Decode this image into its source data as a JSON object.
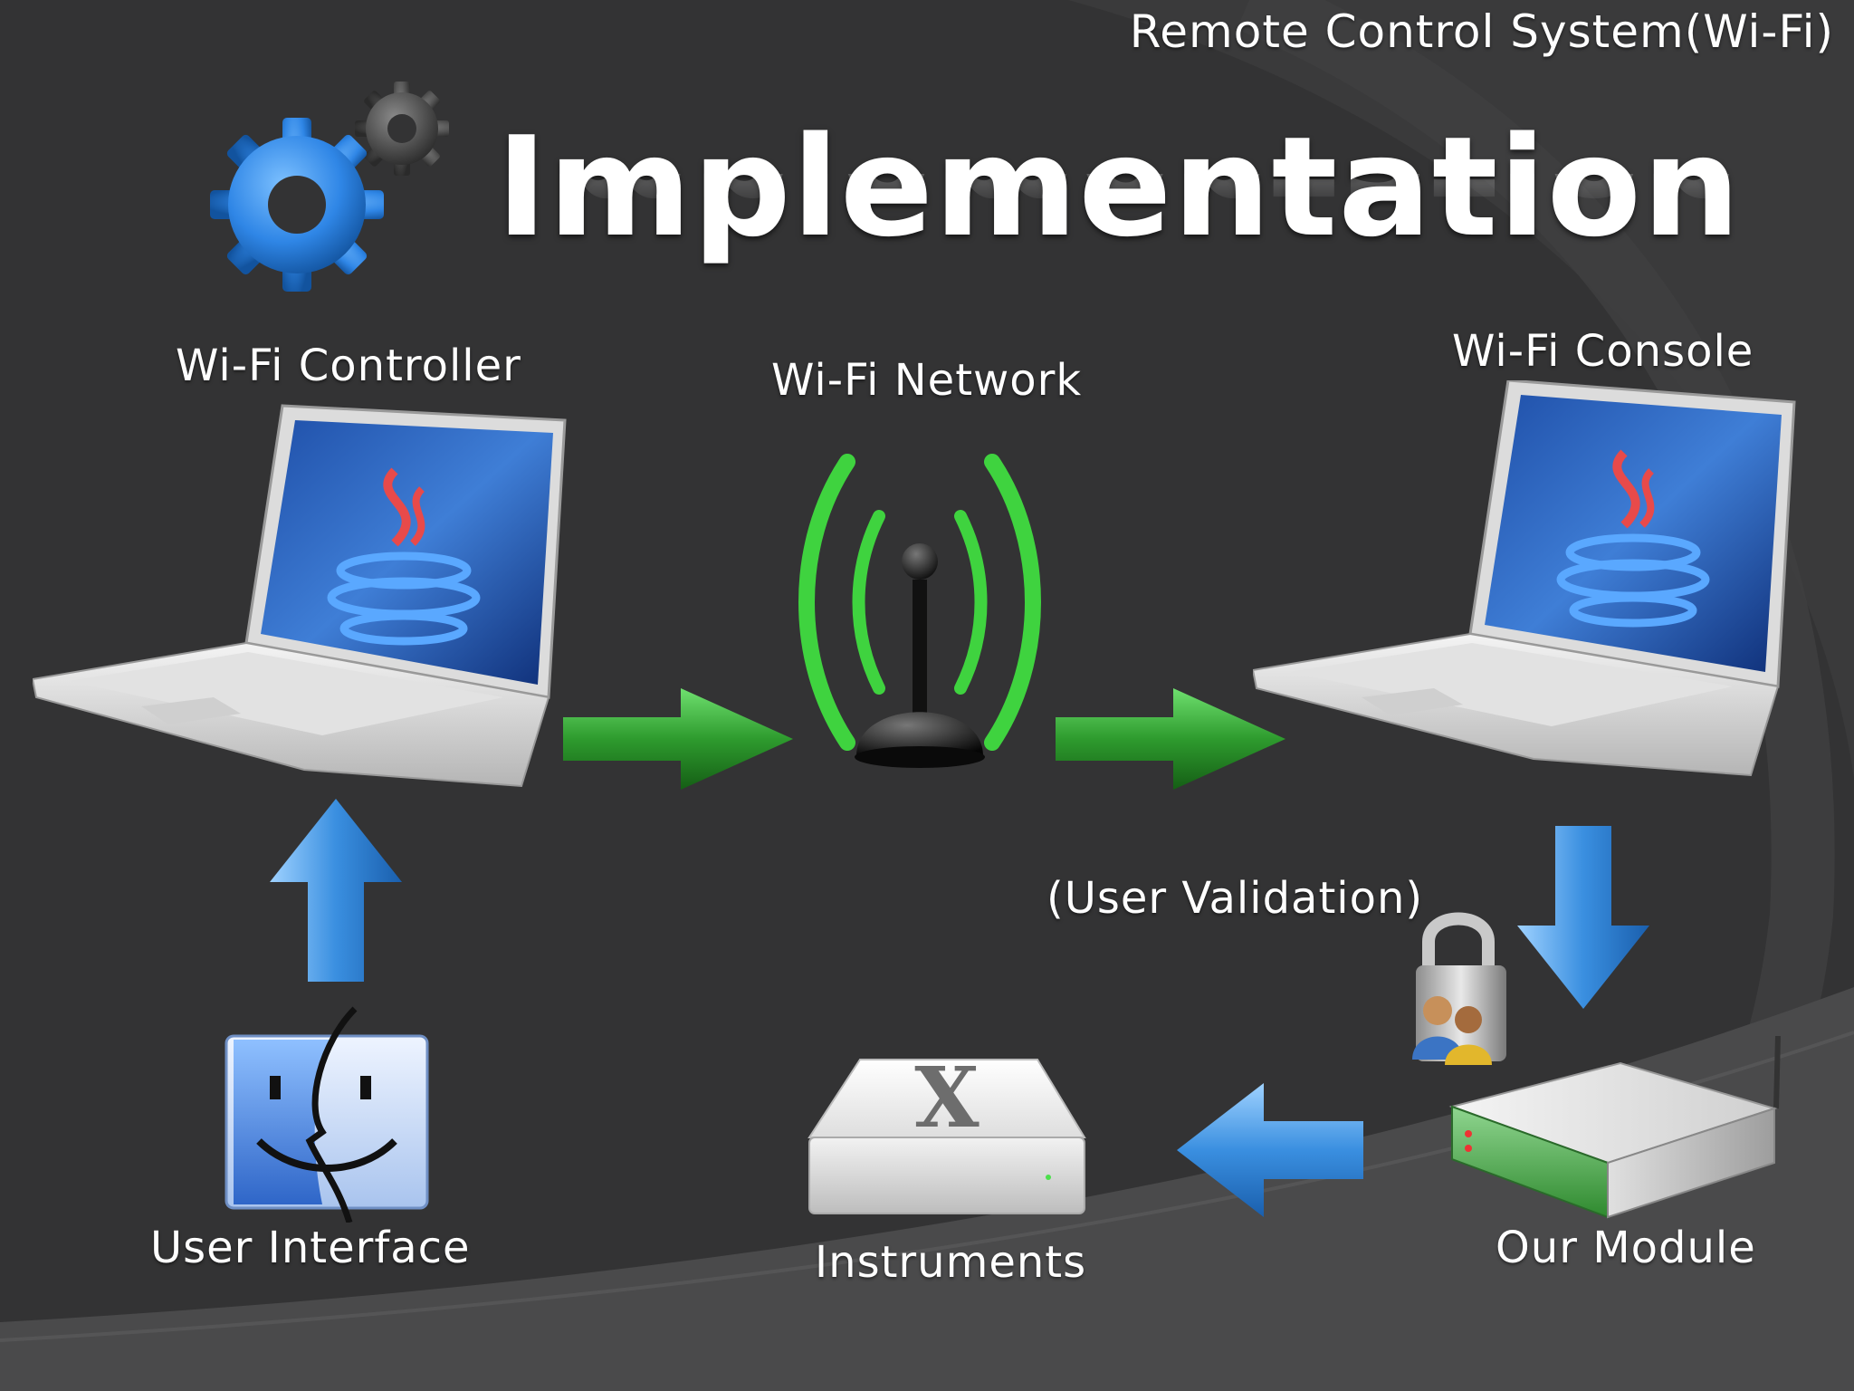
{
  "slide": {
    "subtitle": "Remote Control System(Wi-Fi)",
    "title": "Implementation"
  },
  "nodes": {
    "controller": "Wi-Fi Controller",
    "network": "Wi-Fi Network",
    "console": "Wi-Fi Console",
    "validation": "(User Validation)",
    "user_interface": "User Interface",
    "instruments": "Instruments",
    "module": "Our Module"
  },
  "icons": {
    "gears": "gears-icon",
    "controller_laptop": "laptop-java-icon",
    "console_laptop": "laptop-java-icon",
    "antenna": "wifi-antenna-icon",
    "lock": "lock-users-icon",
    "finder": "finder-icon",
    "drive": "hard-drive-icon",
    "router": "router-icon"
  },
  "colors": {
    "background": "#333334",
    "green_arrow": "#2e9b2e",
    "blue_arrow": "#3a8fe0",
    "gear_blue": "#2f86e6",
    "text": "#ffffff"
  }
}
